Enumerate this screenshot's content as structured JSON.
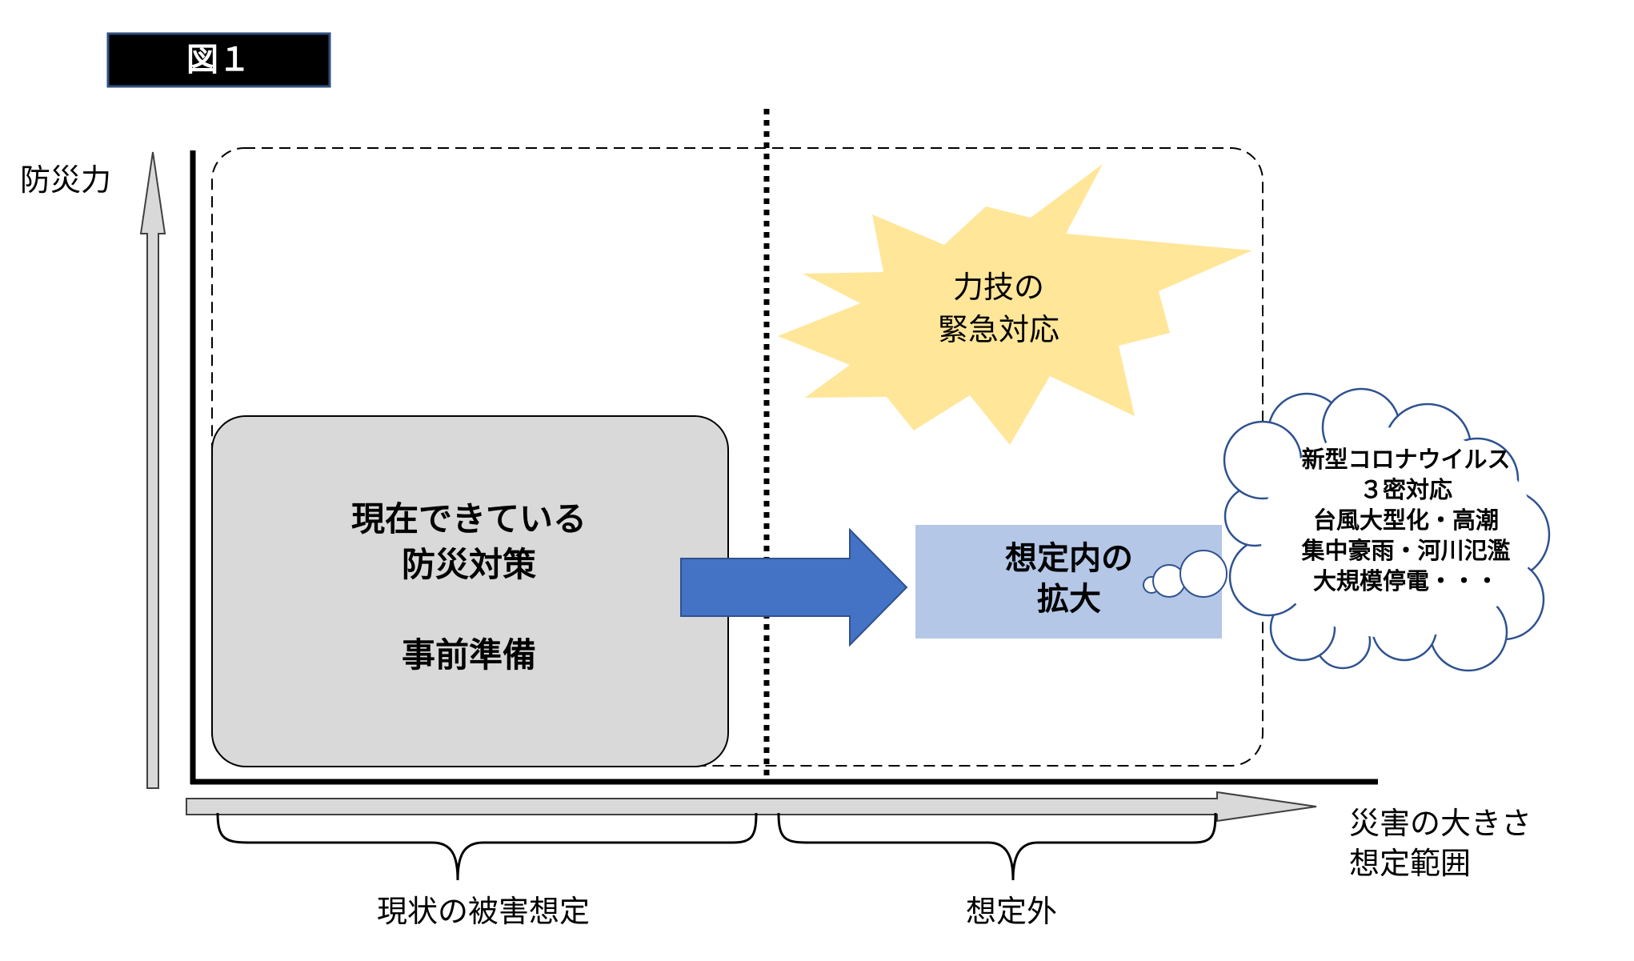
{
  "figure_label": "図１",
  "y_axis_label": "防災力",
  "x_axis_label_lines": [
    "災害の大きさ",
    "想定範囲"
  ],
  "brace_labels": {
    "left": "現状の被害想定",
    "right": "想定外"
  },
  "current_box": {
    "title_lines": [
      "現在できている",
      "防災対策"
    ],
    "subtitle": "事前準備"
  },
  "expansion_box": {
    "lines": [
      "想定内の",
      "拡大"
    ]
  },
  "burst": {
    "lines": [
      "力技の",
      "緊急対応"
    ]
  },
  "thought_cloud": {
    "lines": [
      "新型コロナウイルス",
      "３密対応",
      "台風大型化・高潮",
      "集中豪雨・河川氾濫",
      "大規模停電・・・"
    ]
  },
  "colors": {
    "label_bg": "#000000",
    "label_border": "#2f4f7f",
    "label_text": "#ffffff",
    "axis": "#000000",
    "axis_arrow_fill": "#d9d9d9",
    "axis_arrow_stroke": "#404040",
    "current_box_fill": "#d9d9d9",
    "expansion_box_fill": "#b4c7e7",
    "big_arrow_fill": "#4472c4",
    "big_arrow_stroke": "#2f528f",
    "burst_fill": "#ffe699",
    "cloud_stroke": "#2f528f",
    "text": "#000000"
  }
}
